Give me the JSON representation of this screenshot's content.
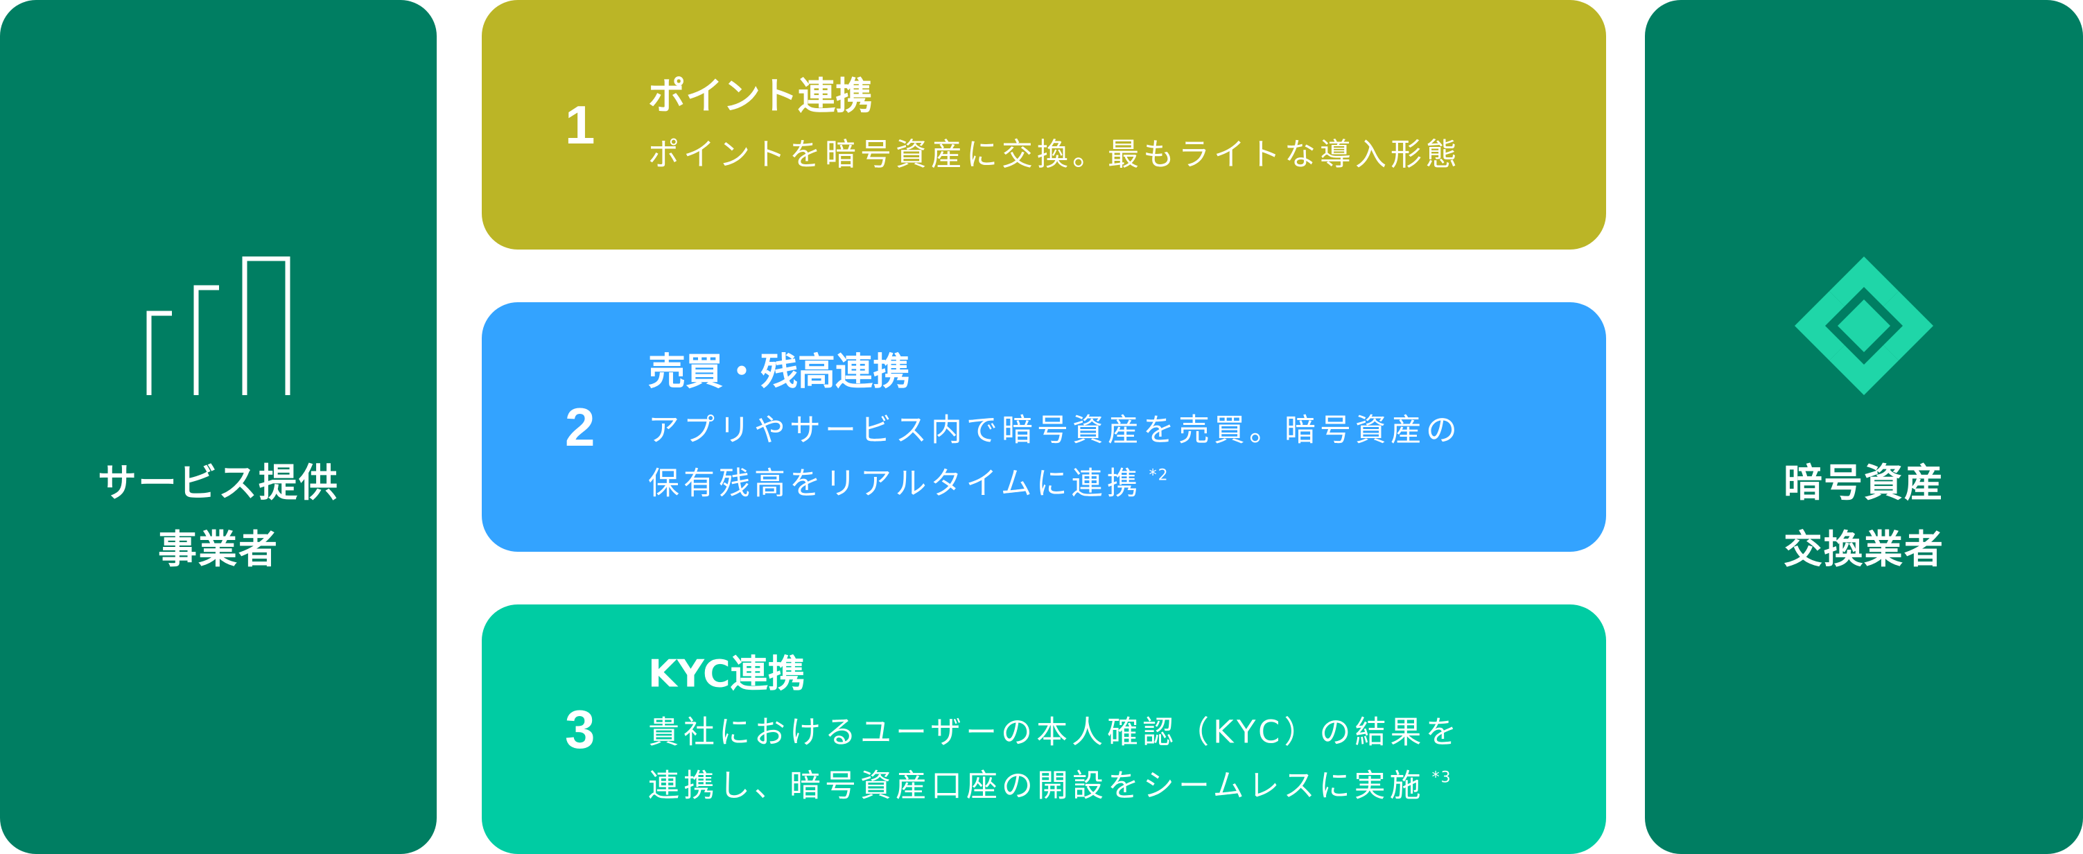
{
  "left_panel": {
    "title_lines": [
      "サービス提供",
      "事業者"
    ],
    "icon": "bar-chart-icon"
  },
  "right_panel": {
    "title_lines": [
      "暗号資産",
      "交換業者"
    ],
    "icon": "diamond-logo-icon"
  },
  "cards": [
    {
      "number": "1",
      "title": "ポイント連携",
      "description": "ポイントを暗号資産に交換。最もライトな導入形態",
      "note": "",
      "color": "#BBB526"
    },
    {
      "number": "2",
      "title": "売買・残高連携",
      "description": "アプリやサービス内で暗号資産を売買。暗号資産の\n保有残高をリアルタイムに連携",
      "note": "*2",
      "color": "#33A3FF"
    },
    {
      "number": "3",
      "title": "KYC連携",
      "description": "貴社におけるユーザーの本人確認（KYC）の結果を\n連携し、暗号資産口座の開設をシームレスに実施",
      "note": "*3",
      "color": "#00CCA3"
    }
  ],
  "colors": {
    "panel": "#007E62",
    "icon_accent": "#1FD6A8",
    "text": "#FFFFFF"
  }
}
